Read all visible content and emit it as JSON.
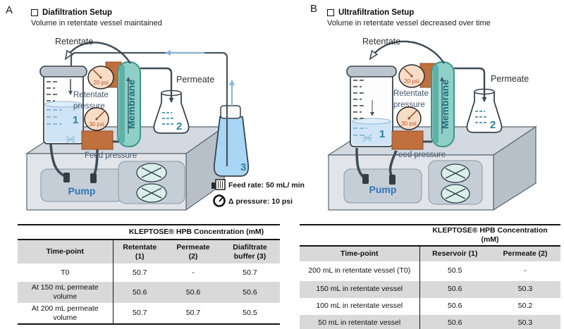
{
  "panelA": {
    "letter": "A",
    "title": "Diafiltration Setup",
    "subtitle": "Volume in retentate vessel maintained",
    "diagram": {
      "retentate": "Retentate",
      "permeate": "Permeate",
      "membrane": "Membrane",
      "gauge_top": "20 psi",
      "gauge_bottom": "30 psi",
      "retentate_pressure_l1": "Retentate",
      "retentate_pressure_l2": "pressure",
      "feed_pressure": "Feed pressure",
      "pump": "Pump",
      "vessel_1": "1",
      "vessel_2": "2",
      "vessel_3": "3"
    },
    "legend": {
      "feed_rate": "Feed rate: 50 mL/ min",
      "delta_pressure": "Δ pressure: 10 psi"
    },
    "table": {
      "span_header": "KLEPTOSE® HPB Concentration (mM)",
      "columns": [
        "Time-point",
        "Retentate (1)",
        "Permeate (2)",
        "Diafiltrate buffer (3)"
      ],
      "rows": [
        [
          "T0",
          "50.7",
          "-",
          "50.7"
        ],
        [
          "At 150 mL permeate volume",
          "50.6",
          "50.6",
          "50.6"
        ],
        [
          "At 200 mL permeate volume",
          "50.7",
          "50.7",
          "50.5"
        ]
      ]
    }
  },
  "panelB": {
    "letter": "B",
    "title": "Ultrafiltration Setup",
    "subtitle": "Volume in retentate vessel decreased over time",
    "diagram": {
      "retentate": "Retentate",
      "permeate": "Permeate",
      "membrane": "Membrane",
      "gauge_top": "20 psi",
      "gauge_bottom": "30 psi",
      "retentate_pressure_l1": "Retentate",
      "retentate_pressure_l2": "pressure",
      "feed_pressure": "Feed pressure",
      "pump": "Pump",
      "vessel_1": "1",
      "vessel_2": "2"
    },
    "table": {
      "span_header": "KLEPTOSE® HPB Concentration (mM)",
      "columns": [
        "Time-point",
        "Reservoir (1)",
        "Permeate (2)"
      ],
      "rows": [
        [
          "200 mL in retentate vessel (T0)",
          "50.5",
          "-"
        ],
        [
          "150 mL in retentate vessel",
          "50.6",
          "50.3"
        ],
        [
          "100 mL in retentate vessel",
          "50.6",
          "50.2"
        ],
        [
          "50 mL in retentate vessel",
          "50.6",
          "50.3"
        ]
      ]
    }
  },
  "colors": {
    "membrane_teal": "#8ed0c7",
    "label_teal": "#2e7f99",
    "gauge_orange": "#c0703c",
    "pump_blue": "#2e75b6",
    "table_gray": "#d9d9d9",
    "tube_dark": "#3d4b57",
    "flow_blue": "#8ab4d6"
  }
}
